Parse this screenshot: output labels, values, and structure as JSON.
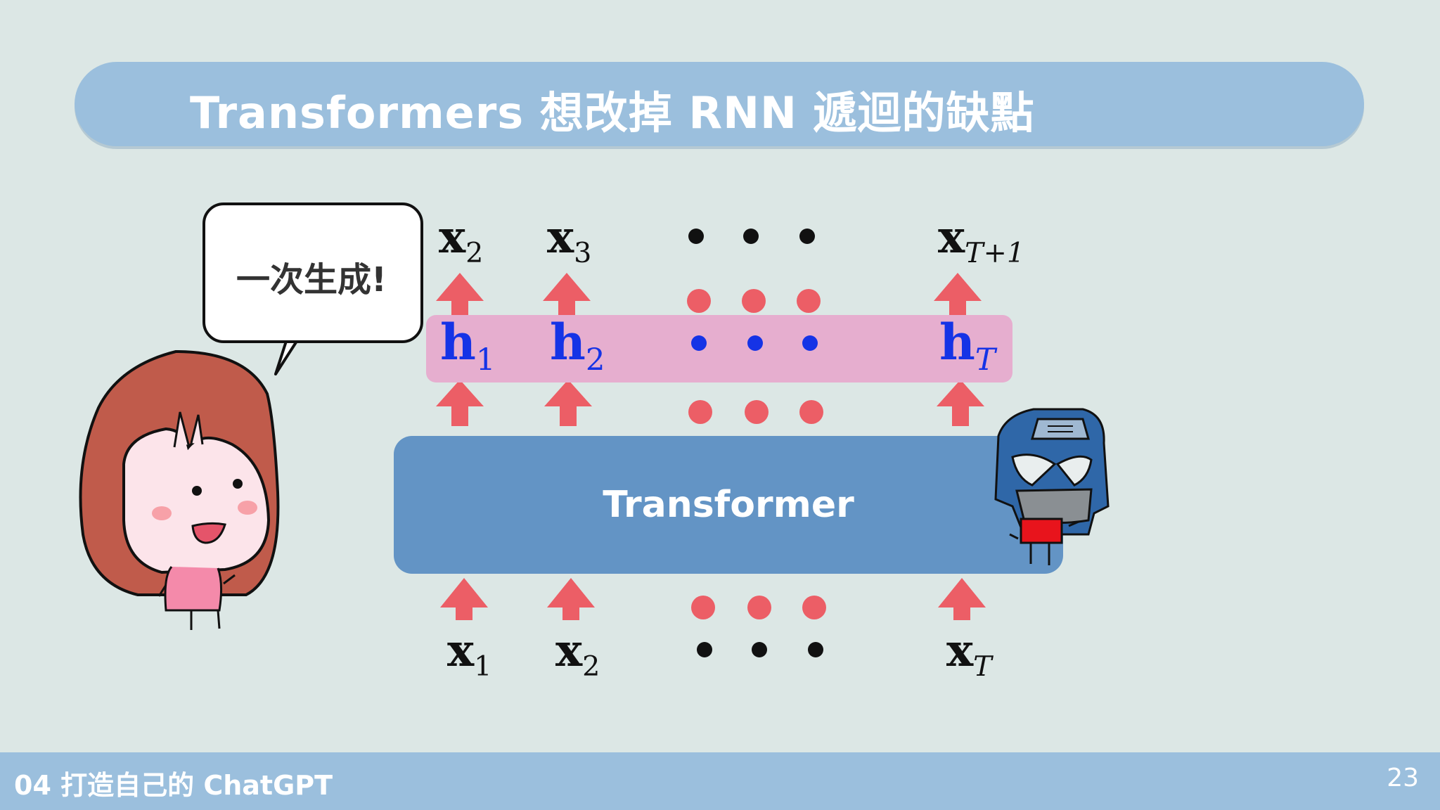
{
  "title": "Transformers 想改掉 RNN 遞迴的缺點",
  "footer": {
    "course": "04 打造自己的 ChatGPT",
    "page": "23"
  },
  "speech_bubble": "一次生成!",
  "block_label": "Transformer",
  "symbols": {
    "out1_base": "x",
    "out1_sub": "2",
    "out2_base": "x",
    "out2_sub": "3",
    "outT_base": "x",
    "outT_sub": "T+1",
    "h1_base": "h",
    "h1_sub": "1",
    "h2_base": "h",
    "h2_sub": "2",
    "hT_base": "h",
    "hT_sub": "T",
    "in1_base": "x",
    "in1_sub": "1",
    "in2_base": "x",
    "in2_sub": "2",
    "inT_base": "x",
    "inT_sub": "T"
  },
  "colors": {
    "arrow": "#ec5e66",
    "hidden_text": "#1533e6",
    "hidden_band": "#e6aecf",
    "block": "#6394c5"
  }
}
